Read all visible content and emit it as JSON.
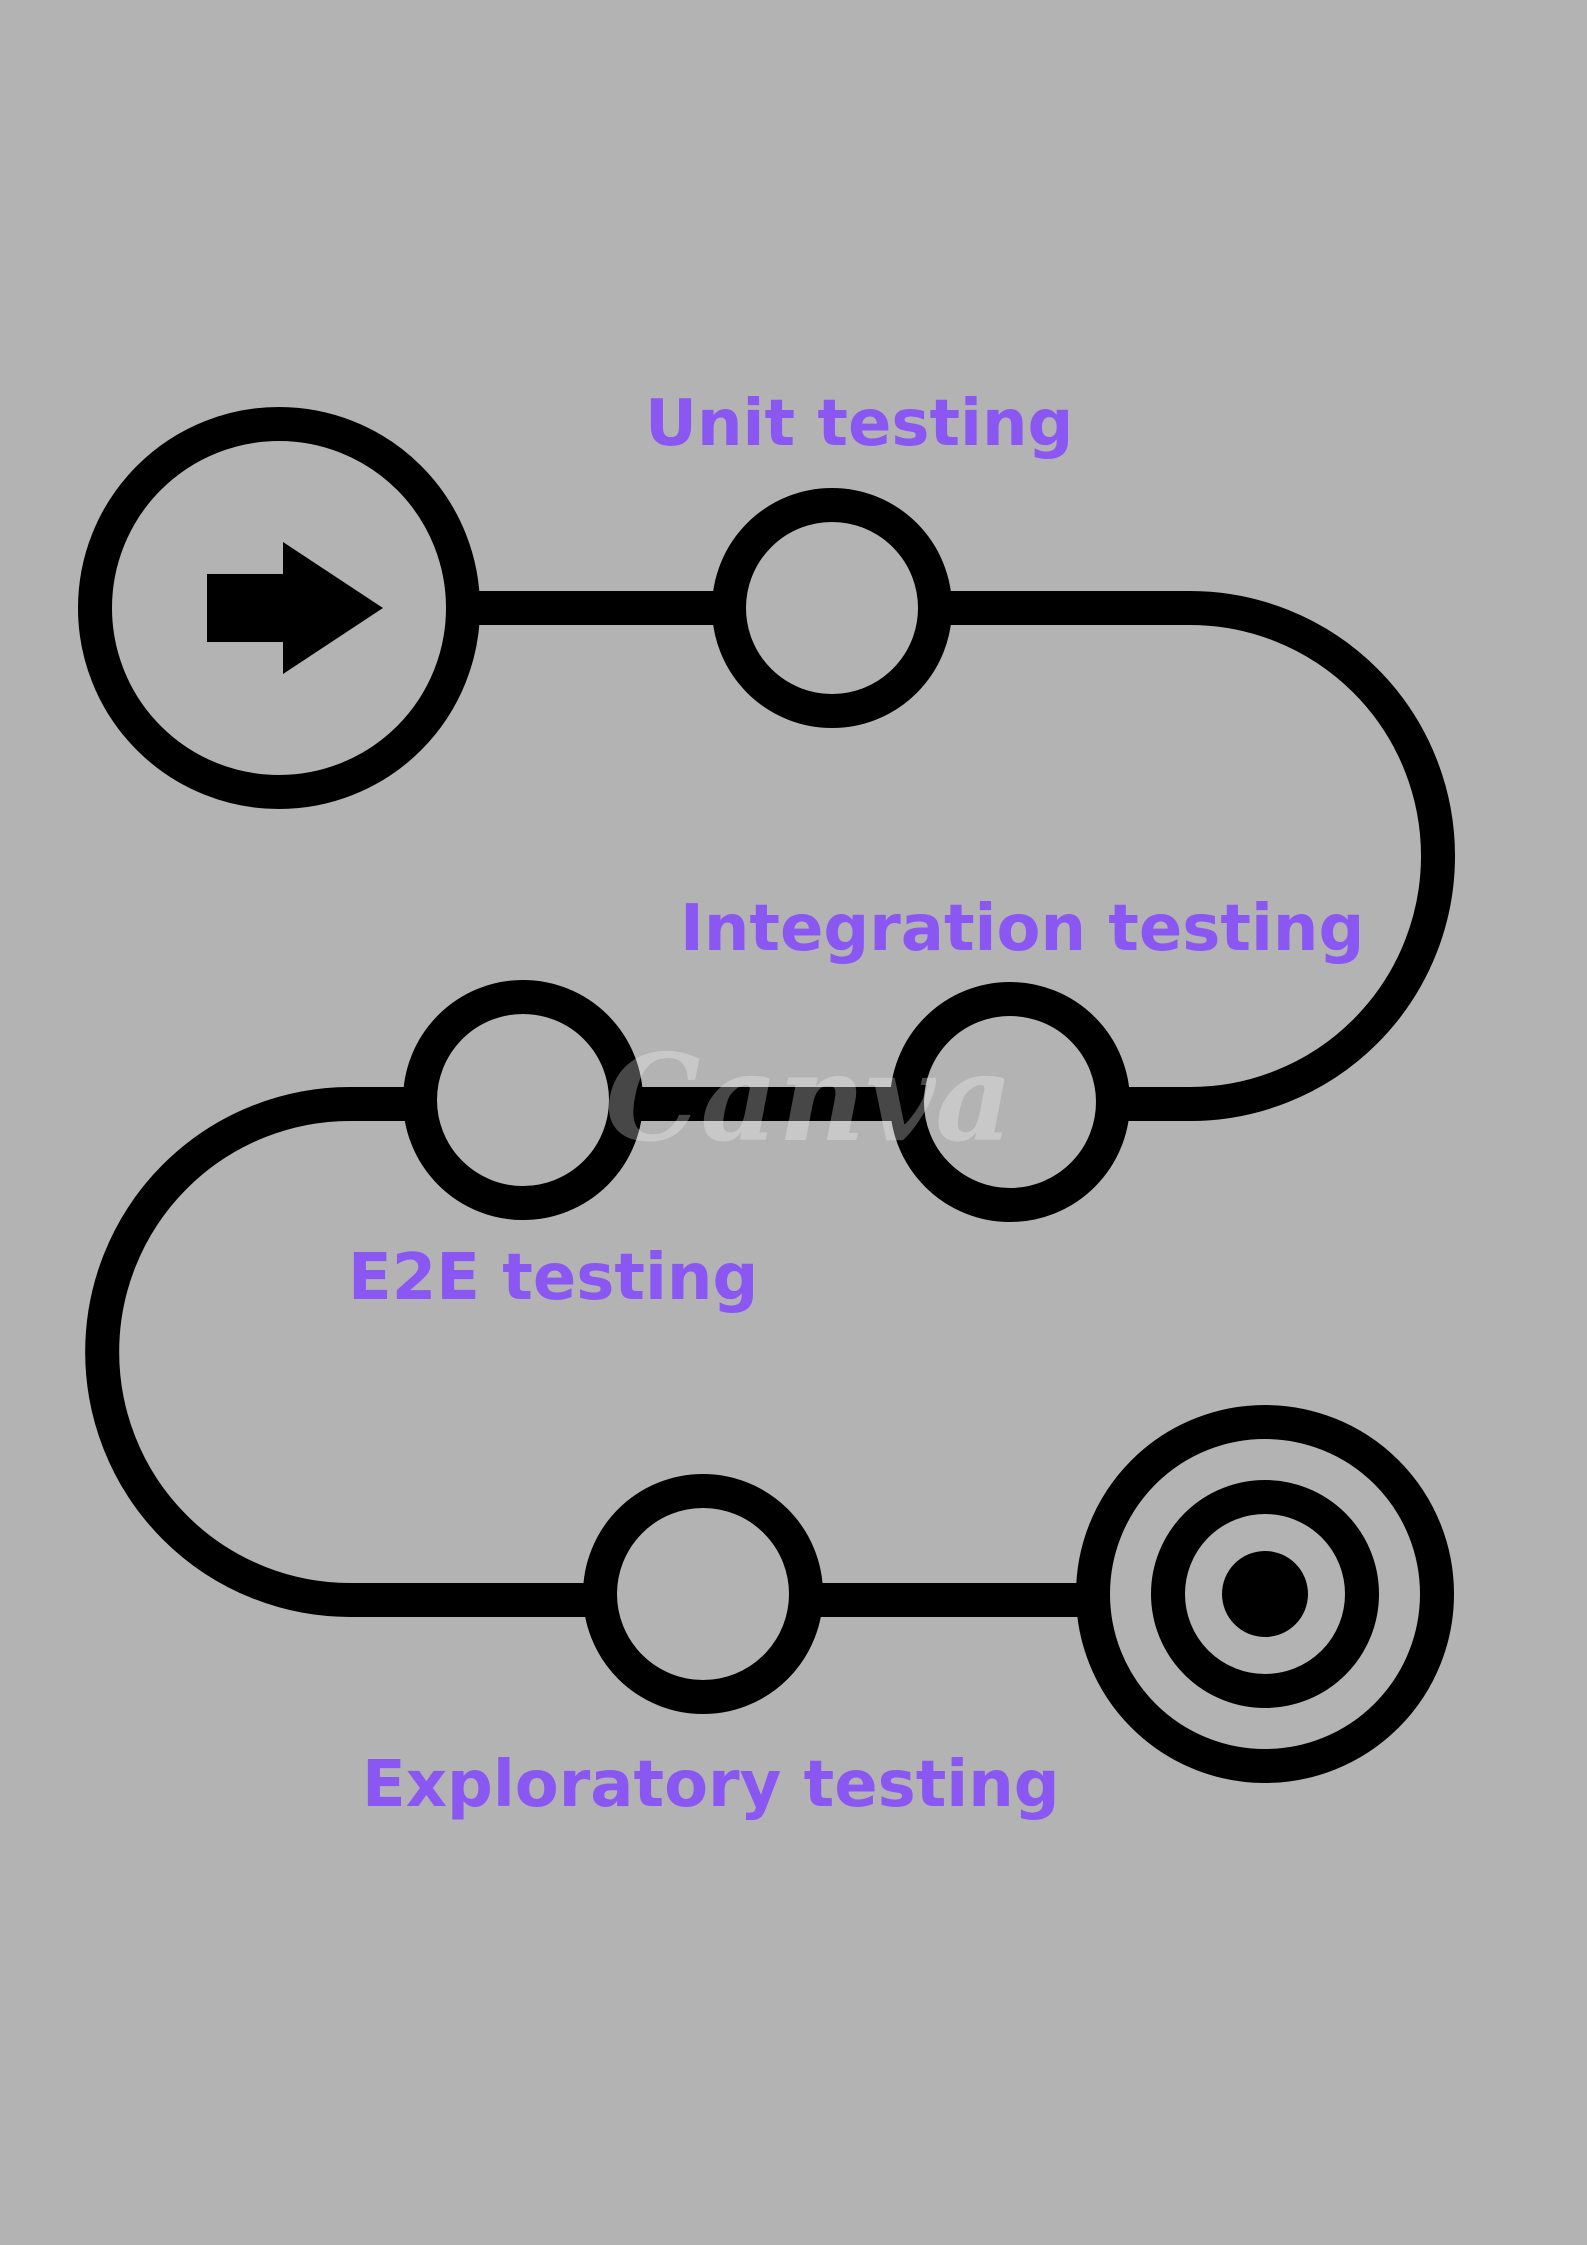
{
  "steps": [
    {
      "label": "Unit testing"
    },
    {
      "label": "Integration testing"
    },
    {
      "label": "E2E testing"
    },
    {
      "label": "Exploratory testing"
    }
  ],
  "watermark": "Canva",
  "icons": {
    "start": "arrow-right-icon",
    "finish": "target-icon"
  },
  "colors": {
    "background": "#b3b3b3",
    "line": "#000000",
    "label": "#8b57f2"
  }
}
